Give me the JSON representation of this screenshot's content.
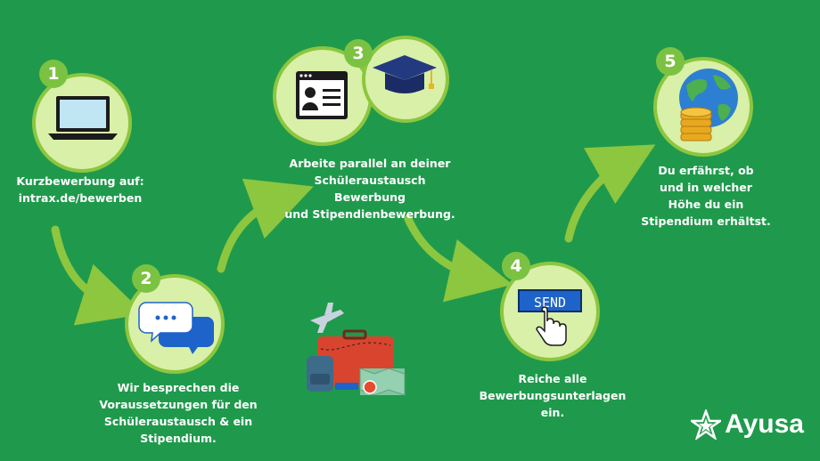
{
  "steps": [
    {
      "number": "1",
      "text_lines": [
        "Kurzbewerbung auf:",
        "intrax.de/bewerben"
      ]
    },
    {
      "number": "2",
      "text_lines": [
        "Wir besprechen die",
        "Voraussetzungen für den",
        "Schüleraustausch & ein",
        "Stipendium."
      ]
    },
    {
      "number": "3",
      "text_lines": [
        "Arbeite parallel an deiner",
        "Schüleraustausch Bewerbung",
        "und Stipendienbewerbung."
      ]
    },
    {
      "number": "4",
      "text_lines": [
        "Reiche alle",
        "Bewerbungsunterlagen",
        "ein."
      ],
      "send_label": "SEND"
    },
    {
      "number": "5",
      "text_lines": [
        "Du erfährst, ob",
        "und in welcher",
        "Höhe du ein",
        "Stipendium erhältst."
      ]
    }
  ],
  "logo": {
    "text": "Ayusa"
  },
  "colors": {
    "background": "#1f9a4c",
    "circle_fill": "#d8f0a8",
    "accent": "#8dc63f",
    "send_button": "#1e63c9"
  }
}
